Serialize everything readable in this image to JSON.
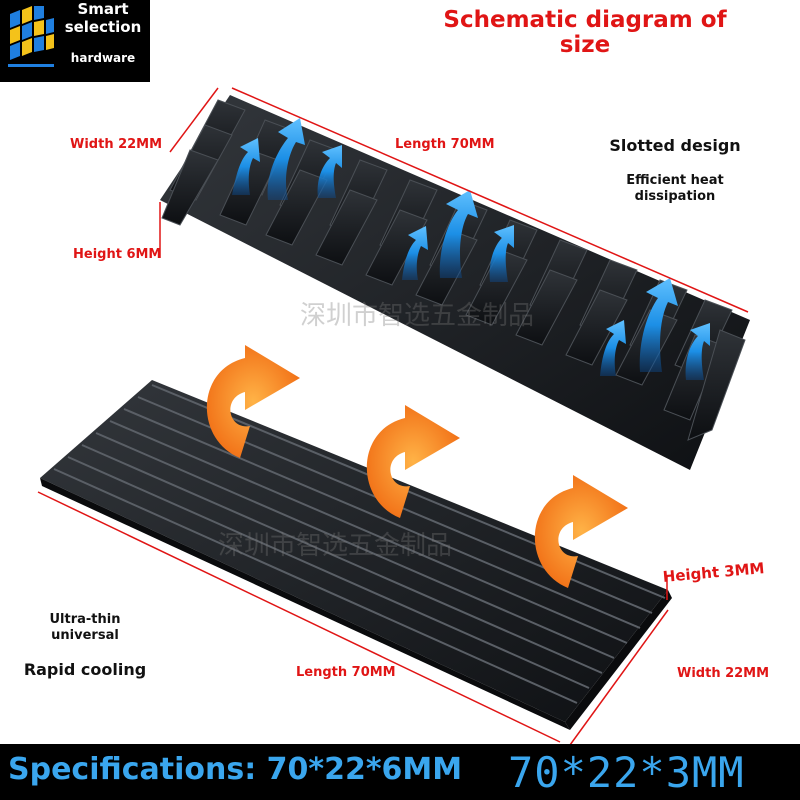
{
  "logo": {
    "line1": "Smart",
    "line2": "selection",
    "line3": "hardware"
  },
  "title": {
    "line1": "Schematic diagram of",
    "line2": "size"
  },
  "top_heatsink": {
    "width": "Width 22MM",
    "length": "Length 70MM",
    "height": "Height 6MM",
    "feature1": "Slotted design",
    "feature2_line1": "Efficient heat",
    "feature2_line2": "dissipation"
  },
  "bottom_heatsink": {
    "height": "Height 3MM",
    "length": "Length 70MM",
    "width": "Width 22MM",
    "feature1_line1": "Ultra-thin",
    "feature1_line2": "universal",
    "feature2": "Rapid cooling"
  },
  "watermark": "深圳市智选五金制品",
  "specs": {
    "label": "Specifications: 70*22*6MM",
    "alt": "70*22*3MM"
  },
  "colors": {
    "accent_red": "#e01515",
    "spec_blue": "#3aa6ee",
    "arrow_blue": "#1c8fe6",
    "arrow_orange": "#f47a1a"
  }
}
